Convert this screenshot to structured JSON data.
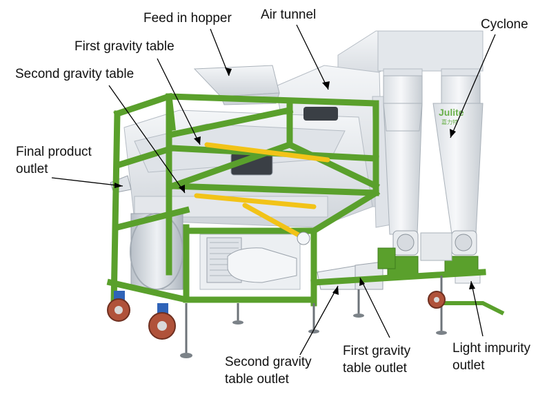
{
  "colors": {
    "frame": "#5aa02c",
    "frame_dark": "#3f7d1c",
    "panel": "#eceff2",
    "panel_shade": "#c9ced4",
    "cyclone": "#f1f3f5",
    "yellow_bar": "#f2c318",
    "wheel": "#b0523a",
    "caster": "#2f63b8",
    "leader_line": "#000000",
    "brand_green": "#6ab04c"
  },
  "machine": {
    "brand_mark": "Julite",
    "brand_sub": "嘉力特"
  },
  "labels": {
    "feed_in_hopper": "Feed in hopper",
    "air_tunnel": "Air tunnel",
    "cyclone": "Cyclone",
    "first_gravity_table": "First gravity table",
    "second_gravity_table": "Second gravity table",
    "final_product_outlet": [
      "Final product",
      "outlet"
    ],
    "second_gravity_table_outlet": [
      "Second gravity",
      "table outlet"
    ],
    "first_gravity_table_outlet": [
      "First gravity",
      "table outlet"
    ],
    "light_impurity_outlet": [
      "Light impurity",
      "outlet"
    ]
  }
}
